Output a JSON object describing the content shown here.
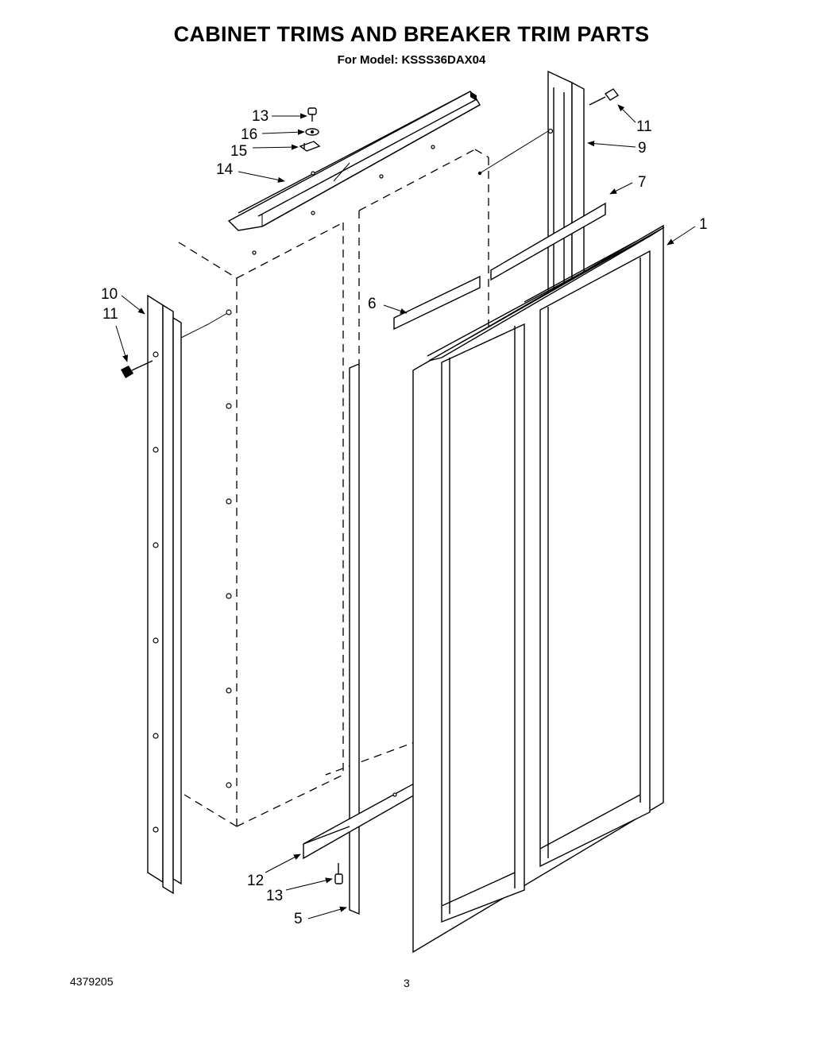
{
  "header": {
    "title": "CABINET TRIMS AND BREAKER TRIM PARTS",
    "subtitle": "For Model: KSSS36DAX04"
  },
  "footer": {
    "document_number": "4379205",
    "page_number": "3"
  },
  "callouts": {
    "c1": "1",
    "c5": "5",
    "c6": "6",
    "c7": "7",
    "c9": "9",
    "c10": "10",
    "c11_left": "11",
    "c11_right": "11",
    "c12": "12",
    "c13_top": "13",
    "c13_bottom": "13",
    "c14": "14",
    "c15": "15",
    "c16": "16"
  }
}
